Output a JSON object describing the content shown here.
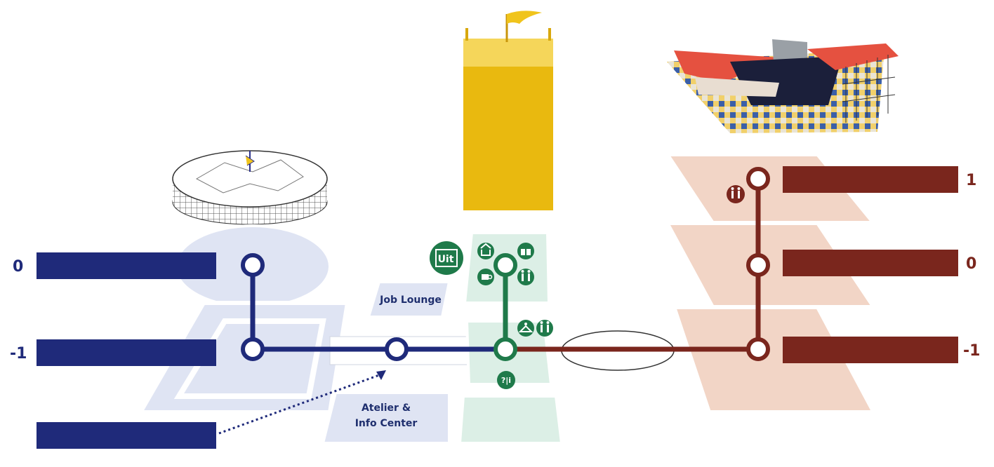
{
  "colors": {
    "blue_line": "#1f2a7a",
    "green_line": "#1f7a4a",
    "red_line": "#7a261d",
    "blue_floor": "#dfe4f3",
    "green_floor": "#dcefe6",
    "red_floor": "#f2d5c6",
    "gold_tower": "#f0c41c"
  },
  "levels": {
    "blue_0": "0",
    "blue_-1": "-1",
    "red_1": "1",
    "red_0": "0",
    "red_-1": "-1"
  },
  "places": {
    "job_lounge": "Job Lounge",
    "atelier_line1": "Atelier &",
    "atelier_line2": "Info Center"
  },
  "badges": {
    "uit": "Uit",
    "info": "?|i"
  },
  "icons": [
    "dome-building-icon",
    "tower-flag-icon",
    "museum-building-icon",
    "exit-icon",
    "shop-icon",
    "gift-icon",
    "cafe-icon",
    "toilets-icon",
    "cloakroom-icon",
    "info-icon"
  ]
}
